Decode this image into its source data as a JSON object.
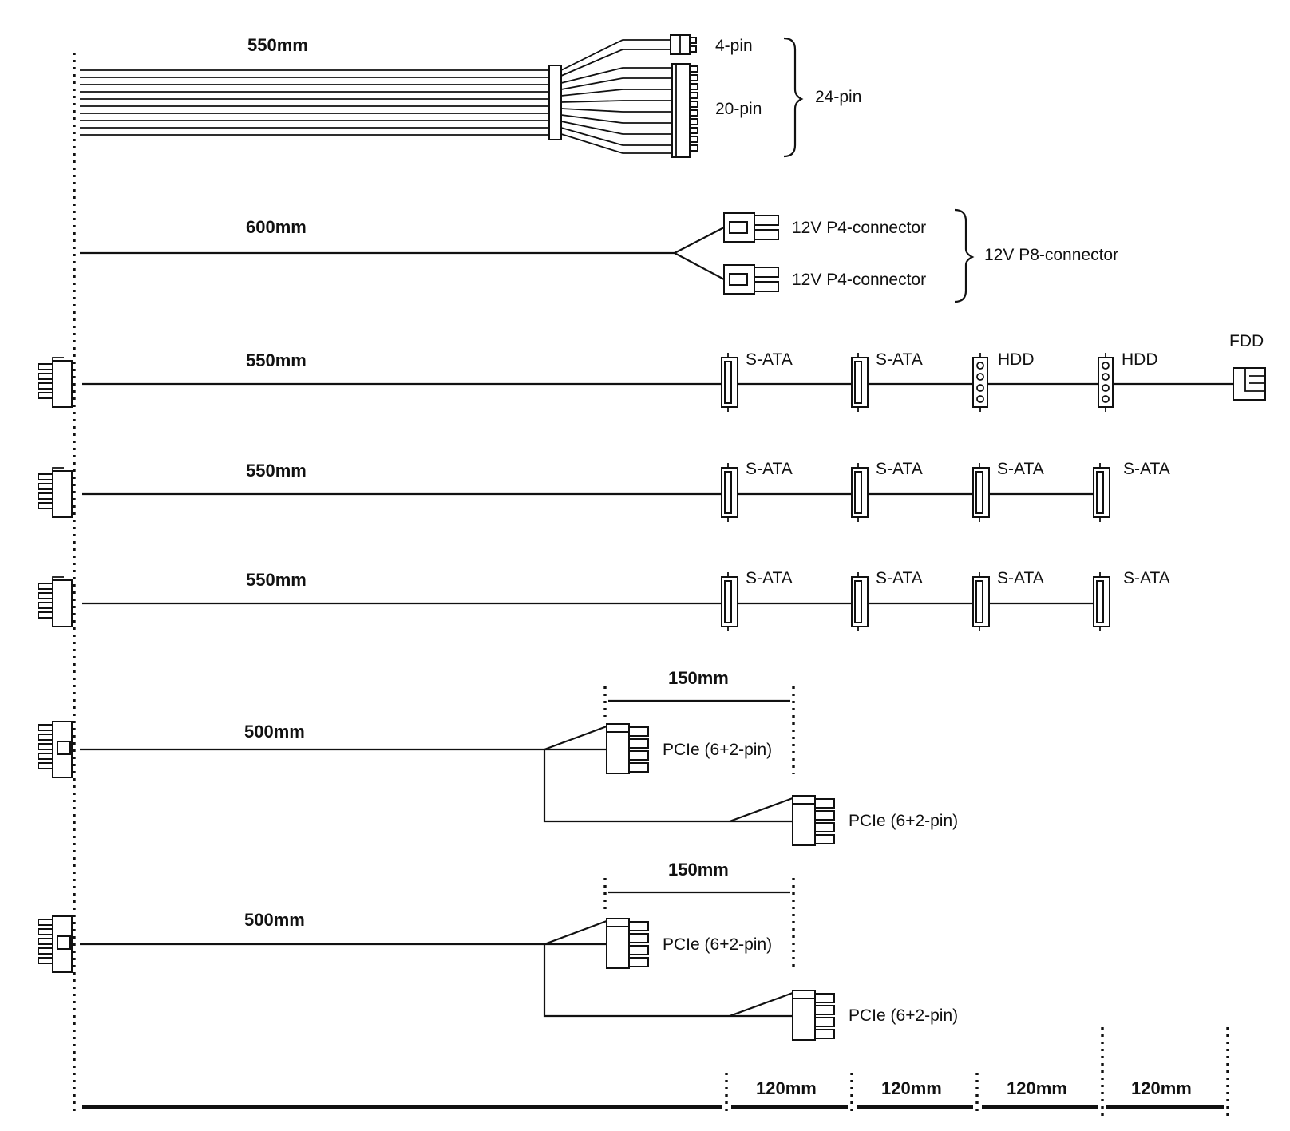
{
  "colors": {
    "line": "#111111",
    "background": "#ffffff"
  },
  "cable_atx": {
    "length": "550mm",
    "pin4": "4-pin",
    "pin20": "20-pin",
    "group": "24-pin"
  },
  "cable_cpu": {
    "length": "600mm",
    "p4_a": "12V P4-connector",
    "p4_b": "12V P4-connector",
    "group": "12V P8-connector"
  },
  "cable_peripheral_1": {
    "length": "550mm",
    "connectors": [
      "S-ATA",
      "S-ATA",
      "HDD",
      "HDD",
      "FDD"
    ]
  },
  "cable_sata_2": {
    "length": "550mm",
    "connectors": [
      "S-ATA",
      "S-ATA",
      "S-ATA",
      "S-ATA"
    ]
  },
  "cable_sata_3": {
    "length": "550mm",
    "connectors": [
      "S-ATA",
      "S-ATA",
      "S-ATA",
      "S-ATA"
    ]
  },
  "cable_pcie_1": {
    "length": "500mm",
    "branch": "150mm",
    "connectors": [
      "PCIe (6+2-pin)",
      "PCIe (6+2-pin)"
    ]
  },
  "cable_pcie_2": {
    "length": "500mm",
    "branch": "150mm",
    "connectors": [
      "PCIe (6+2-pin)",
      "PCIe (6+2-pin)"
    ]
  },
  "scale": {
    "segments": [
      "120mm",
      "120mm",
      "120mm",
      "120mm"
    ]
  }
}
